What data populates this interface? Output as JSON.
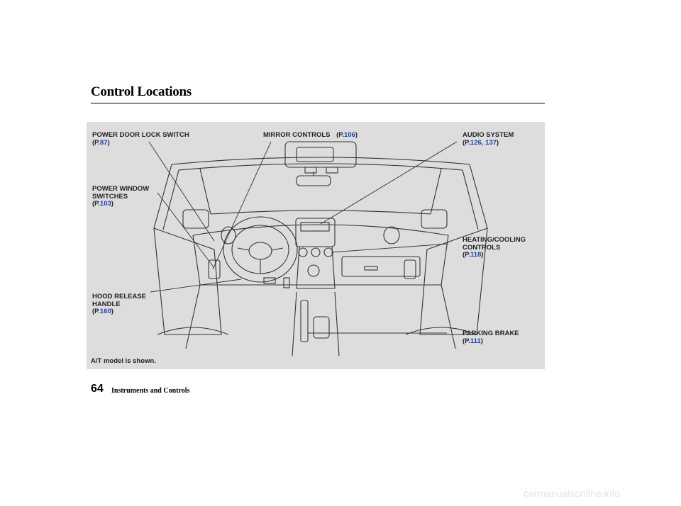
{
  "page": {
    "title": "Control Locations",
    "page_number": "64",
    "section": "Instruments and Controls",
    "watermark": "carmanualsonline.info"
  },
  "figure": {
    "caption": "A/T model is shown.",
    "callouts": {
      "power_door_lock": {
        "label": "POWER DOOR LOCK SWITCH",
        "prefix": "(P.",
        "pages": "87",
        "suffix": ")"
      },
      "mirror_controls": {
        "label": "MIRROR CONTROLS",
        "prefix": "(P.",
        "pages": "106",
        "suffix": ")"
      },
      "audio_system": {
        "label": "AUDIO SYSTEM",
        "prefix": "(P.",
        "pages": "126, 137",
        "suffix": ")"
      },
      "power_window": {
        "label_line1": "POWER WINDOW",
        "label_line2": "SWITCHES",
        "prefix": "(P.",
        "pages": "103",
        "suffix": ")"
      },
      "heating_cooling": {
        "label_line1": "HEATING/COOLING",
        "label_line2": "CONTROLS",
        "prefix": "(P.",
        "pages": "118",
        "suffix": ")"
      },
      "hood_release": {
        "label_line1": "HOOD RELEASE",
        "label_line2": "HANDLE",
        "prefix": "(P.",
        "pages": "160",
        "suffix": ")"
      },
      "parking_brake": {
        "label": "PARKING BRAKE",
        "prefix": "(P.",
        "pages": "111",
        "suffix": ")"
      }
    },
    "colors": {
      "background": "#dddddd",
      "page_ref": "#1a3fb8",
      "line_art": "#333333"
    }
  }
}
